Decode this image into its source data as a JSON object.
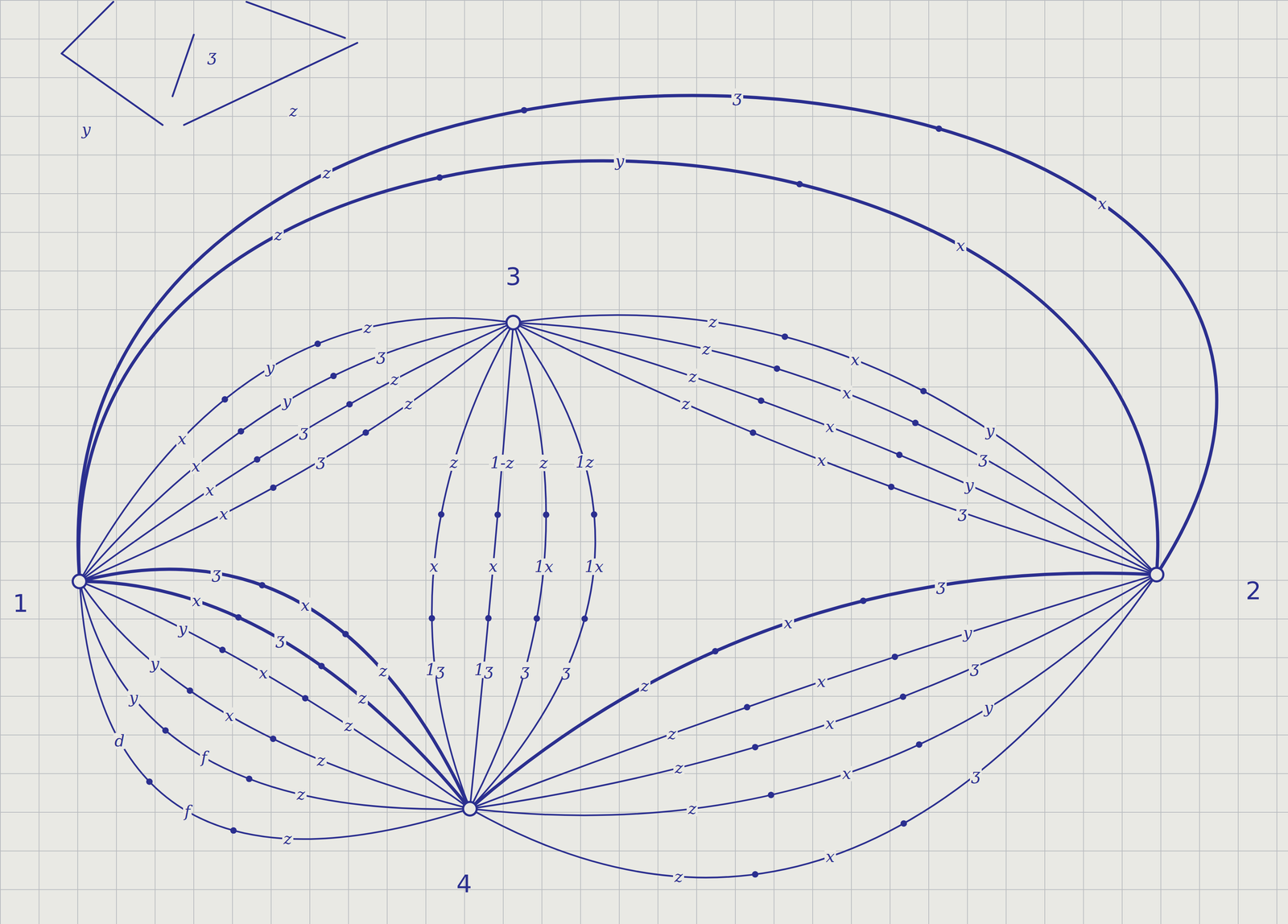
{
  "diagram": {
    "nodes": [
      {
        "text": [
          "1"
        ]
      },
      {
        "text": [
          "2"
        ]
      },
      {
        "text": [
          "3"
        ]
      },
      {
        "text": [
          "4"
        ]
      }
    ],
    "edges": [
      {
        "from": 0,
        "to": 1,
        "arrow": "none"
      },
      {
        "from": 0,
        "to": 1,
        "arrow": "none"
      },
      {
        "from": 0,
        "to": 2,
        "arrow": "none"
      },
      {
        "from": 0,
        "to": 2,
        "arrow": "none"
      },
      {
        "from": 0,
        "to": 2,
        "arrow": "none"
      },
      {
        "from": 0,
        "to": 2,
        "arrow": "none"
      },
      {
        "from": 2,
        "to": 3,
        "arrow": "none"
      },
      {
        "from": 2,
        "to": 3,
        "arrow": "none"
      },
      {
        "from": 2,
        "to": 3,
        "arrow": "none"
      },
      {
        "from": 2,
        "to": 3,
        "arrow": "none"
      },
      {
        "from": 2,
        "to": 1,
        "arrow": "none"
      },
      {
        "from": 2,
        "to": 1,
        "arrow": "none"
      },
      {
        "from": 2,
        "to": 1,
        "arrow": "none"
      },
      {
        "from": 2,
        "to": 1,
        "arrow": "none"
      },
      {
        "from": 0,
        "to": 3,
        "arrow": "none"
      },
      {
        "from": 0,
        "to": 3,
        "arrow": "none"
      },
      {
        "from": 0,
        "to": 3,
        "arrow": "none"
      },
      {
        "from": 0,
        "to": 3,
        "arrow": "none"
      },
      {
        "from": 0,
        "to": 3,
        "arrow": "none"
      },
      {
        "from": 0,
        "to": 3,
        "arrow": "none"
      },
      {
        "from": 3,
        "to": 1,
        "arrow": "none"
      },
      {
        "from": 3,
        "to": 1,
        "arrow": "none"
      },
      {
        "from": 3,
        "to": 1,
        "arrow": "none"
      },
      {
        "from": 3,
        "to": 1,
        "arrow": "none"
      },
      {
        "from": 3,
        "to": 1,
        "arrow": "none"
      }
    ],
    "labels": [
      "y",
      "ʒ",
      "z",
      "z",
      "ʒ",
      "x",
      "z",
      "y",
      "x",
      "x",
      "y",
      "z",
      "x",
      "y",
      "ʒ",
      "x",
      "ʒ",
      "z",
      "x",
      "ʒ",
      "z",
      "z",
      "x",
      "1ʒ",
      "1-z",
      "x",
      "1ʒ",
      "z",
      "1x",
      "ʒ",
      "1z",
      "1x",
      "ʒ",
      "z",
      "x",
      "y",
      "z",
      "x",
      "ʒ",
      "z",
      "x",
      "y",
      "z",
      "x",
      "ʒ",
      "ʒ",
      "x",
      "z",
      "x",
      "ʒ",
      "z",
      "y",
      "x",
      "z",
      "y",
      "x",
      "z",
      "y",
      "f",
      "z",
      "d",
      "f",
      "z",
      "z",
      "x",
      "ʒ",
      "z",
      "x",
      "y",
      "z",
      "x",
      "ʒ",
      "z",
      "x",
      "y",
      "z",
      "x",
      "ʒ"
    ]
  }
}
